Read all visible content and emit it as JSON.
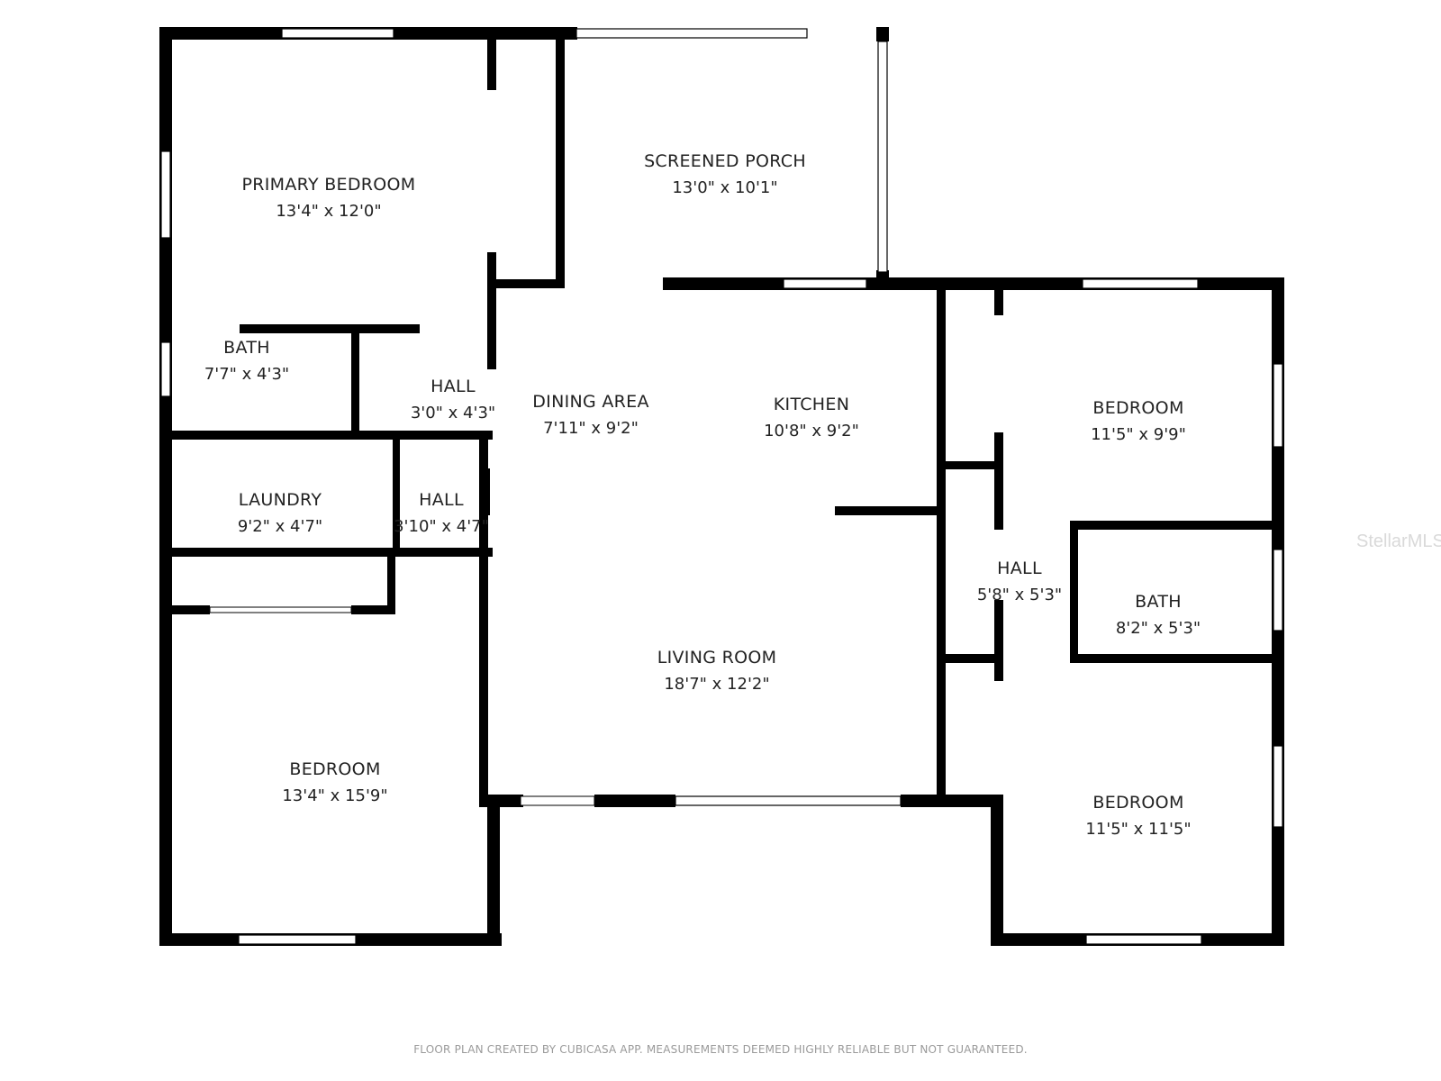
{
  "rooms": [
    {
      "id": "primary-bedroom",
      "name": "PRIMARY BEDROOM",
      "dim": "13'4\" x 12'0\""
    },
    {
      "id": "screened-porch",
      "name": "SCREENED PORCH",
      "dim": "13'0\" x 10'1\""
    },
    {
      "id": "bath-1",
      "name": "BATH",
      "dim": "7'7\" x 4'3\""
    },
    {
      "id": "hall-1",
      "name": "HALL",
      "dim": "3'0\" x 4'3\""
    },
    {
      "id": "dining-area",
      "name": "DINING AREA",
      "dim": "7'11\" x 9'2\""
    },
    {
      "id": "kitchen",
      "name": "KITCHEN",
      "dim": "10'8\" x 9'2\""
    },
    {
      "id": "bedroom-2",
      "name": "BEDROOM",
      "dim": "11'5\" x 9'9\""
    },
    {
      "id": "laundry",
      "name": "LAUNDRY",
      "dim": "9'2\" x 4'7\""
    },
    {
      "id": "hall-2",
      "name": "HALL",
      "dim": "3'10\" x 4'7\""
    },
    {
      "id": "hall-3",
      "name": "HALL",
      "dim": "5'8\" x 5'3\""
    },
    {
      "id": "bath-2",
      "name": "BATH",
      "dim": "8'2\" x 5'3\""
    },
    {
      "id": "living-room",
      "name": "LIVING ROOM",
      "dim": "18'7\" x 12'2\""
    },
    {
      "id": "bedroom-3",
      "name": "BEDROOM",
      "dim": "13'4\" x 15'9\""
    },
    {
      "id": "bedroom-4",
      "name": "BEDROOM",
      "dim": "11'5\" x 11'5\""
    }
  ],
  "footer": {
    "note": "FLOOR PLAN CREATED BY CUBICASA APP. MEASUREMENTS DEEMED HIGHLY RELIABLE BUT NOT GUARANTEED."
  },
  "watermark": {
    "text": "StellarMLS"
  },
  "colors": {
    "wall": "#000000",
    "window": "#ffffff",
    "text": "#222222"
  }
}
